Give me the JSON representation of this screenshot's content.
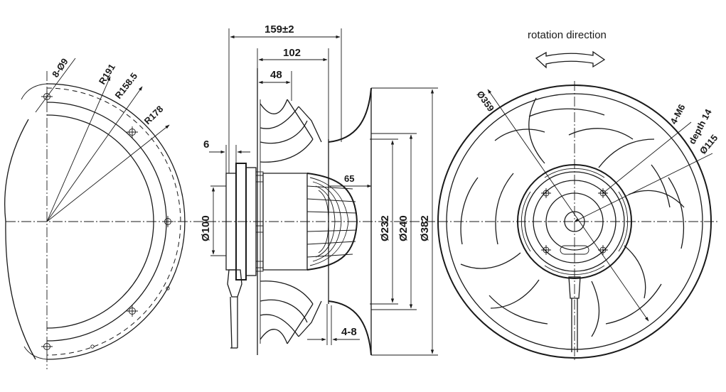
{
  "labels": {
    "holes": "8-Ø9",
    "r191": "R191",
    "r158": "R158.5",
    "r178": "R178",
    "total_depth": "159±2",
    "depth_102": "102",
    "depth_48": "48",
    "flange_6": "6",
    "dim_65": "65",
    "d100": "Ø100",
    "d232": "Ø232",
    "d240": "Ø240",
    "d382": "Ø382",
    "gap_4_8": "4-8",
    "rotation": "rotation direction",
    "d359": "Ø359",
    "threads": "4-M6",
    "thread_depth": "depth 14",
    "d115": "Ø115"
  },
  "colors": {
    "line": "#1a1a1a",
    "background": "#ffffff"
  }
}
